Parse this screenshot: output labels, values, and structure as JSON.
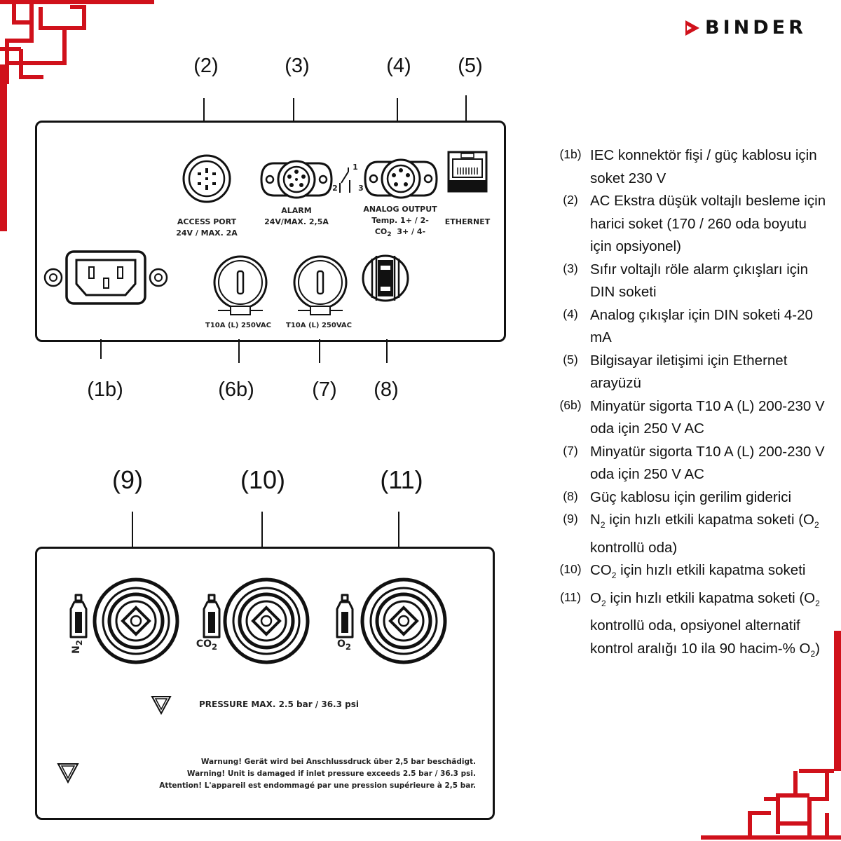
{
  "brand": {
    "logo_text": "BINDER"
  },
  "colors": {
    "accent_red": "#d0111b",
    "ink": "#111111"
  },
  "top_panel": {
    "callouts": [
      {
        "label": "(2)"
      },
      {
        "label": "(3)"
      },
      {
        "label": "(4)"
      },
      {
        "label": "(5)"
      },
      {
        "label": "(1b)"
      },
      {
        "label": "(6b)"
      },
      {
        "label": "(7)"
      },
      {
        "label": "(8)"
      }
    ],
    "labels": {
      "access_port_1": "ACCESS PORT",
      "access_port_2": "24V / MAX. 2A",
      "alarm_1": "ALARM",
      "alarm_2": "24V/MAX. 2,5A",
      "relay_1": "1",
      "relay_2": "2",
      "relay_3": "3",
      "analog_1": "ANALOG OUTPUT",
      "analog_2": "Temp. 1+ / 2-",
      "analog_3": "CO",
      "analog_3_sub": "2",
      "analog_3_rest": "3+ / 4-",
      "ethernet": "ETHERNET",
      "fuse_1": "T10A (L) 250VAC",
      "fuse_2": "T10A (L) 250VAC"
    }
  },
  "bottom_panel": {
    "callouts": [
      {
        "label": "(9)"
      },
      {
        "label": "(10)"
      },
      {
        "label": "(11)"
      }
    ],
    "gas_labels": [
      {
        "main": "N",
        "sub": "2"
      },
      {
        "main": "CO",
        "sub": "2"
      },
      {
        "main": "O",
        "sub": "2"
      }
    ],
    "pressure": "PRESSURE MAX. 2.5 bar / 36.3 psi",
    "warnings": [
      "Warnung! Gerät wird bei Anschlussdruck über 2,5 bar beschädigt.",
      "Warning! Unit is damaged if inlet pressure exceeds 2.5  bar / 36.3 psi.",
      "Attention! L'appareil est endommagé par une pression supérieure à 2,5  bar."
    ]
  },
  "legend": {
    "items": [
      {
        "num": "(1b)",
        "text": "IEC konnektör fişi / güç kablosu için soket 230 V"
      },
      {
        "num": "(2)",
        "text": "AC Ekstra düşük voltajlı besleme için harici soket (170 / 260 oda boyutu için opsiyonel)"
      },
      {
        "num": "(3)",
        "text": "Sıfır voltajlı röle alarm çıkışları için DIN soketi"
      },
      {
        "num": "(4)",
        "text": "Analog çıkışlar için DIN soketi 4-20 mA"
      },
      {
        "num": "(5)",
        "text": "Bilgisayar iletişimi için Ethernet arayüzü"
      },
      {
        "num": "(6b)",
        "text": "Minyatür sigorta T10 A (L) 200-230 V oda için 250 V AC"
      },
      {
        "num": "(7)",
        "text": "Minyatür sigorta T10 A (L) 200-230 V oda için 250 V AC"
      },
      {
        "num": "(8)",
        "text": "Güç kablosu için gerilim giderici"
      },
      {
        "num": "(9)",
        "pre": "N",
        "sub": "2",
        "rest": " için hızlı etkili kapatma soketi (O",
        "sub2": "2",
        "rest2": " kontrollü oda)"
      },
      {
        "num": "(10)",
        "pre": "CO",
        "sub": "2",
        "rest": " için hızlı etkili kapatma soketi"
      },
      {
        "num": "(11)",
        "pre": "O",
        "sub": "2",
        "rest": " için hızlı etkili kapatma soketi (O",
        "sub2": "2",
        "rest2": " kontrollü oda, opsiyonel alternatif kontrol aralığı 10 ila 90 hacim-% O",
        "sub3": "2",
        "rest3": ")"
      }
    ]
  }
}
